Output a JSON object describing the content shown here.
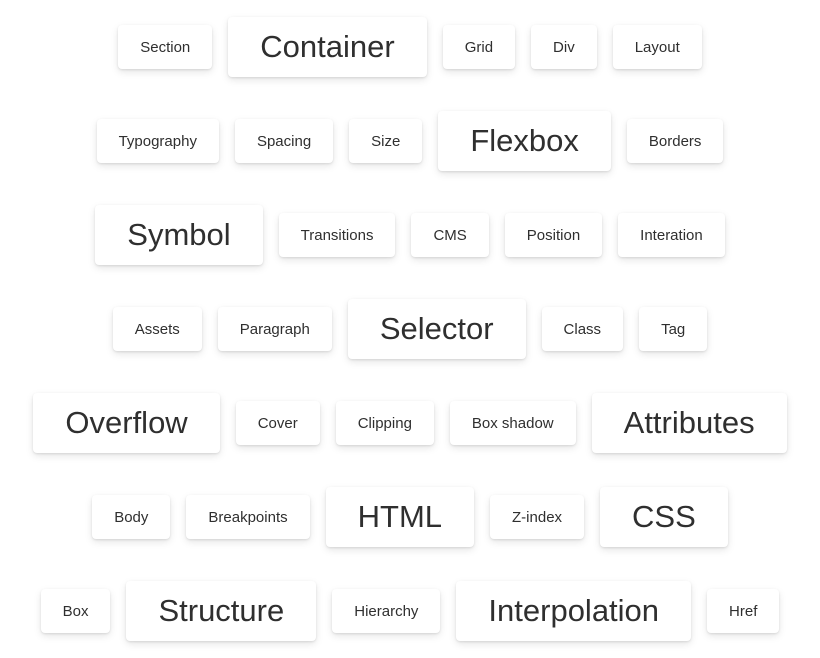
{
  "rows": [
    [
      {
        "label": "Section",
        "size": "small"
      },
      {
        "label": "Container",
        "size": "big"
      },
      {
        "label": "Grid",
        "size": "small"
      },
      {
        "label": "Div",
        "size": "small"
      },
      {
        "label": "Layout",
        "size": "small"
      }
    ],
    [
      {
        "label": "Typography",
        "size": "small"
      },
      {
        "label": "Spacing",
        "size": "small"
      },
      {
        "label": "Size",
        "size": "small"
      },
      {
        "label": "Flexbox",
        "size": "big"
      },
      {
        "label": "Borders",
        "size": "small"
      }
    ],
    [
      {
        "label": "Symbol",
        "size": "big"
      },
      {
        "label": "Transitions",
        "size": "small"
      },
      {
        "label": "CMS",
        "size": "small"
      },
      {
        "label": "Position",
        "size": "small"
      },
      {
        "label": "Interation",
        "size": "small"
      }
    ],
    [
      {
        "label": "Assets",
        "size": "small"
      },
      {
        "label": "Paragraph",
        "size": "small"
      },
      {
        "label": "Selector",
        "size": "big"
      },
      {
        "label": "Class",
        "size": "small"
      },
      {
        "label": "Tag",
        "size": "small"
      }
    ],
    [
      {
        "label": "Overflow",
        "size": "big"
      },
      {
        "label": "Cover",
        "size": "small"
      },
      {
        "label": "Clipping",
        "size": "small"
      },
      {
        "label": "Box shadow",
        "size": "small"
      },
      {
        "label": "Attributes",
        "size": "big"
      }
    ],
    [
      {
        "label": "Body",
        "size": "small"
      },
      {
        "label": "Breakpoints",
        "size": "small"
      },
      {
        "label": "HTML",
        "size": "big"
      },
      {
        "label": "Z-index",
        "size": "small"
      },
      {
        "label": "CSS",
        "size": "big"
      }
    ],
    [
      {
        "label": "Box",
        "size": "small"
      },
      {
        "label": "Structure",
        "size": "big"
      },
      {
        "label": "Hierarchy",
        "size": "small"
      },
      {
        "label": "Interpolation",
        "size": "big"
      },
      {
        "label": "Href",
        "size": "small"
      }
    ]
  ]
}
